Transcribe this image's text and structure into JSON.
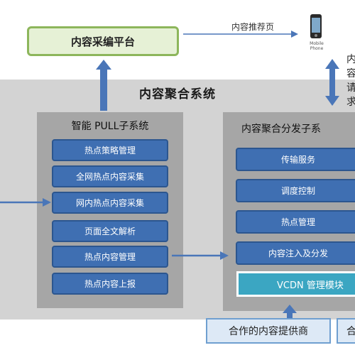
{
  "system": {
    "title": "内容聚合系统"
  },
  "platform": {
    "label": "内容采编平台"
  },
  "recommend_label": "内容推荐页",
  "phone": {
    "label": "Mobile Phone"
  },
  "right_text": "内容请求",
  "pull_subsystem": {
    "title": "智能 PULL子系统",
    "items": [
      "热点策略管理",
      "全网热点内容采集",
      "网内热点内容采集",
      "页面全文解析",
      "热点内容管理",
      "热点内容上报"
    ]
  },
  "distribution_subsystem": {
    "title": "内容聚合分发子系",
    "items": [
      "传输服务",
      "调度控制",
      "热点管理",
      "内容注入及分发"
    ],
    "vcdn": "VCDN 管理模块"
  },
  "providers": [
    "合作的内容提供商",
    "合"
  ],
  "colors": {
    "arrow": "#4a76b8",
    "button": "#3f6fb2",
    "vcdn": "#3ba6c2",
    "platform_border": "#8db65b",
    "panel": "#a6a6a6",
    "band": "#d3d3d3"
  }
}
